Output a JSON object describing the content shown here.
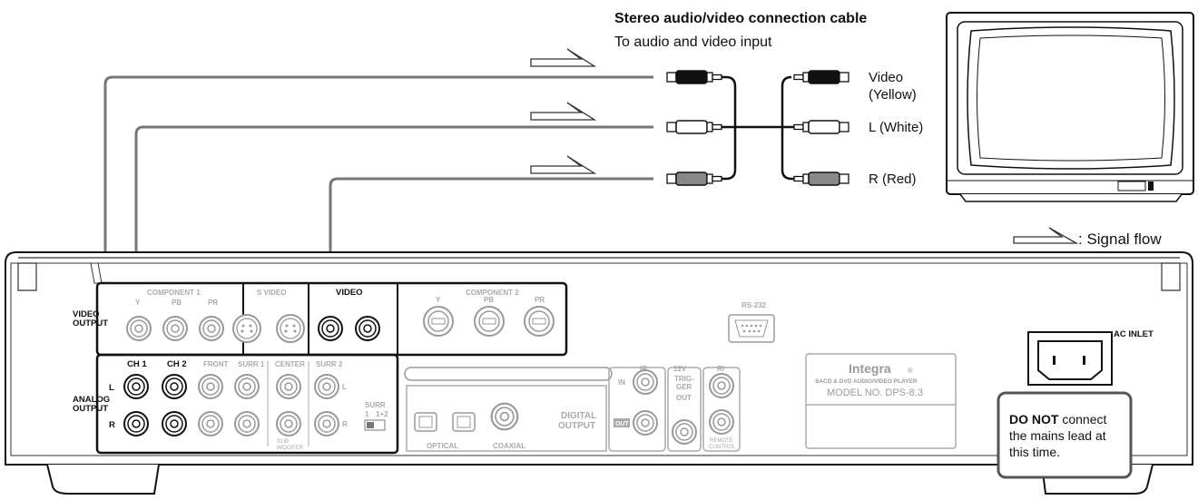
{
  "cable": {
    "title": "Stereo audio/video connection cable",
    "subtitle": "To audio and video input"
  },
  "plug_labels": {
    "video": "Video",
    "video_color": "(Yellow)",
    "left": "L (White)",
    "right": "R (Red)"
  },
  "legend": {
    "signal_flow": ": Signal flow"
  },
  "player": {
    "video_output": [
      "VIDEO",
      "OUTPUT"
    ],
    "analog_output": [
      "ANALOG",
      "OUTPUT"
    ],
    "component1": "COMPONENT 1",
    "component1_jacks": [
      "Y",
      "PB",
      "PR"
    ],
    "s_video": "S VIDEO",
    "video": "VIDEO",
    "component2": "COMPONENT 2",
    "component2_jacks": [
      "Y",
      "PB",
      "PR"
    ],
    "ch1": "CH 1",
    "ch2": "CH 2",
    "front": "FRONT",
    "surr1": "SURR 1",
    "center": "CENTER",
    "surr2": "SURR 2",
    "sub_woofer": [
      "SUB",
      "WOOFER"
    ],
    "l": "L",
    "r": "R",
    "surr_switch": "SURR",
    "surr_switch_opts": [
      "1",
      "1+2"
    ],
    "optical": "OPTICAL",
    "coaxial": "COAXIAL",
    "digital_output": [
      "DIGITAL",
      "OUTPUT"
    ],
    "ir": "IR",
    "ir_in": "IN",
    "ir_out": "OUT",
    "trigger_12v": "12V",
    "trigger": [
      "TRIG-",
      "GER",
      "OUT"
    ],
    "ri": "RI",
    "remote_control": [
      "REMOTE",
      "CONTROL"
    ],
    "rs232": "RS-232",
    "brand": "Integra",
    "brand_sub": "SACD & DVD AUDIO/VIDEO PLAYER",
    "model": "MODEL NO. DPS-8.3",
    "ac_inlet": "AC INLET"
  },
  "warning": {
    "bold": "DO NOT",
    "rest": " connect",
    "line2": "the mains lead at",
    "line3": "this time."
  }
}
